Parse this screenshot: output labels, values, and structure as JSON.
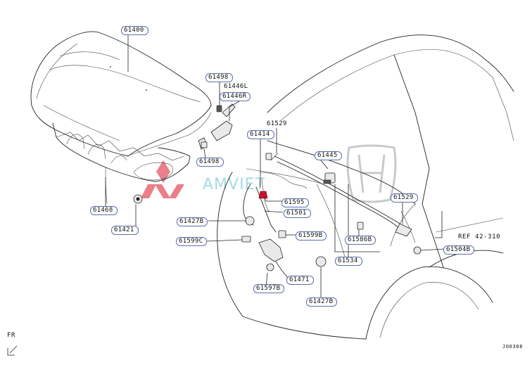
{
  "diagram": {
    "callouts": {
      "c61400": "61400",
      "c61498a": "61498",
      "c61446l": "61446L",
      "c61446r": "61446R",
      "c61498b": "61498",
      "c61468": "61468",
      "c61421": "61421",
      "c61529a": "61529",
      "c61414": "61414",
      "c61445": "61445",
      "c61595": "61595",
      "c61501": "61501",
      "c61427b1": "61427B",
      "c61599b": "61599B",
      "c61599c": "61599C",
      "c61471": "61471",
      "c61597b": "61597B",
      "c61427b2": "61427B",
      "c61586b": "61586B",
      "c61534": "61534",
      "c61529b": "61529",
      "c61504b": "61504B"
    },
    "ref_text": "REF 42-310",
    "front_label": "FR",
    "drawing_code": "J00308",
    "watermark_text": "AMVIET",
    "watermark_colors": {
      "red": "#d9152b",
      "teal": "#34b0c4",
      "grey": "#9aa0a6"
    }
  }
}
